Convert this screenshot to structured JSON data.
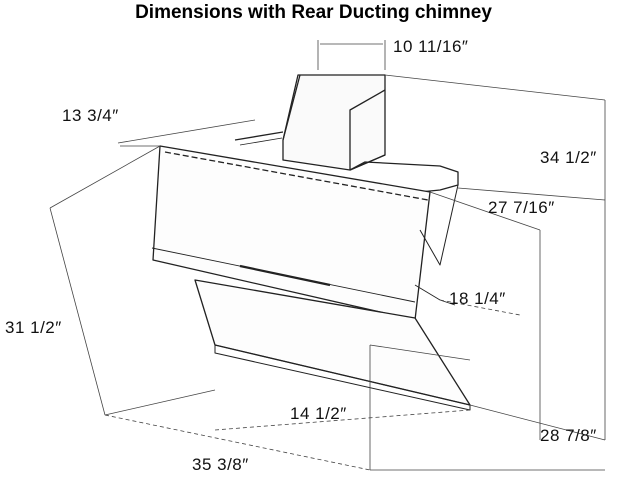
{
  "title": "Dimensions with Rear Ducting chimney",
  "dimensions": {
    "chimney_width": "10 11/16″",
    "depth_top": "13 3/4″",
    "total_height": "34 1/2″",
    "canopy_height": "27 7/16″",
    "depth_mid": "18 1/4″",
    "glass_height": "31 1/2″",
    "front_height": "14 1/2″",
    "width": "35 3/8″",
    "max_height": "28 7/8″"
  }
}
